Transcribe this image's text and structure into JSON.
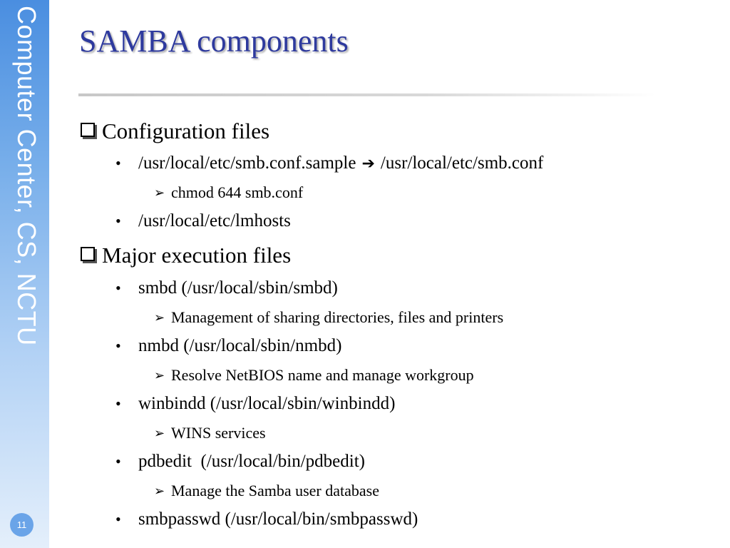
{
  "sidebar": {
    "text": "Computer Center, CS, NCTU",
    "page_number": "11"
  },
  "title": "SAMBA components",
  "sections": [
    {
      "heading": "Configuration files",
      "items": [
        {
          "text_a": "/usr/local/etc/smb.conf.sample",
          "arrow": "➔",
          "text_b": "/usr/local/etc/smb.conf",
          "sub": "chmod 644 smb.conf"
        },
        {
          "text": "/usr/local/etc/lmhosts"
        }
      ]
    },
    {
      "heading": "Major execution files",
      "items": [
        {
          "text": "smbd (/usr/local/sbin/smbd)",
          "sub": "Management of sharing directories, files and printers"
        },
        {
          "text": "nmbd (/usr/local/sbin/nmbd)",
          "sub": "Resolve NetBIOS name and manage workgroup"
        },
        {
          "text": "winbindd (/usr/local/sbin/winbindd)",
          "sub": "WINS services"
        },
        {
          "text": "pdbedit  (/usr/local/bin/pdbedit)",
          "sub": "Manage the Samba user database"
        },
        {
          "text": "smbpasswd (/usr/local/bin/smbpasswd)"
        }
      ]
    }
  ],
  "glyphs": {
    "bullet": "•",
    "sub_marker": "➢"
  },
  "colors": {
    "title": "#2e3a9e",
    "sidebar_top": "#4a8ee0",
    "sidebar_bottom": "#e4effb"
  }
}
